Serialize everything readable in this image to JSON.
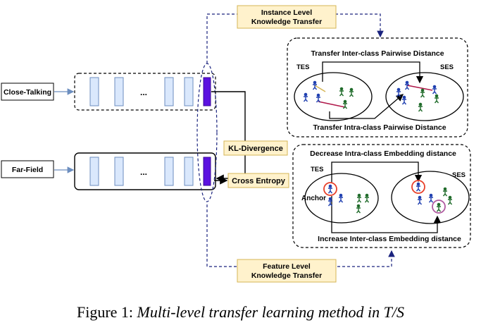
{
  "diagram": {
    "inputs": {
      "close_talking": "Close-Talking",
      "far_field": "Far-Field"
    },
    "ellipsis": "...",
    "instance_level": [
      "Instance Level",
      "Knowledge Transfer"
    ],
    "feature_level": [
      "Feature Level",
      "Knowledge Transfer"
    ],
    "kl_divergence": "KL-Divergence",
    "cross_entropy": "Cross Entropy",
    "top_panel": {
      "inter_class_title": "Transfer Inter-class Pairwise Distance",
      "intra_class_title": "Transfer  Intra-class Pairwise Distance",
      "tes": "TES",
      "ses": "SES"
    },
    "bottom_panel": {
      "decrease_title": "Decrease Intra-class Embedding distance",
      "increase_title": "Increase Inter-class Embedding distance",
      "tes": "TES",
      "ses": "SES",
      "anchor": "Anchor"
    }
  },
  "caption": {
    "prefix": "Figure 1: ",
    "title": "Multi-level transfer learning method in T/S"
  },
  "colors": {
    "feature_block": "#dae8fc",
    "feature_border": "#6c8ebf",
    "output_block": "#5b11e0",
    "label_box": "#fff2cc",
    "label_border": "#d6b656",
    "dashed_connector": "#1a237e",
    "blue_person": "#1f3fb0",
    "green_person": "#1f6b2a",
    "pair_line": "#b0184a",
    "anchor_circle": "#e8402a",
    "purple_circle": "#b05aa0"
  }
}
